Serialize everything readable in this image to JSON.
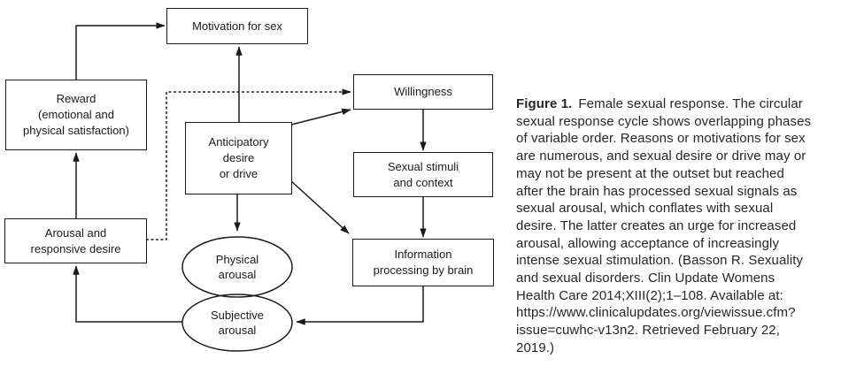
{
  "figure": {
    "nodes": {
      "motivation": "Motivation for sex",
      "reward": "Reward\n(emotional and\nphysical satisfaction)",
      "willingness": "Willingness",
      "anticipatory": "Anticipatory\ndesire\nor drive",
      "sexual_stimuli": "Sexual stimuli\nand context",
      "arousal_responsive": "Arousal and\nresponsive desire",
      "info_processing": "Information\nprocessing by brain",
      "physical_arousal": "Physical\narousal",
      "subjective_arousal": "Subjective\narousal"
    },
    "colors": {
      "line": "#1a1a1a",
      "text": "#1a1a1a",
      "caption_text": "#262626",
      "background": "#ffffff"
    }
  },
  "caption": {
    "title": "Figure 1.",
    "lines": [
      "Female sexual response. The circular",
      "sexual response cycle shows overlapping phases",
      "of variable order. Reasons or motivations for sex",
      "are numerous, and sexual desire or drive may or",
      "may not be present at the outset but reached",
      "after the brain has processed sexual signals as",
      "sexual arousal, which conflates with sexual",
      "desire. The latter creates an urge for increased",
      "arousal, allowing acceptance of increasingly",
      "intense sexual stimulation. (Basson R. Sexuality",
      "and sexual disorders. Clin Update Womens",
      "Health Care 2014;XIII(2);1–108. Available at:",
      "https://www.clinicalupdates.org/viewissue.cfm?",
      "issue=cuwhc-v13n2. Retrieved February 22,",
      "2019.)"
    ]
  }
}
